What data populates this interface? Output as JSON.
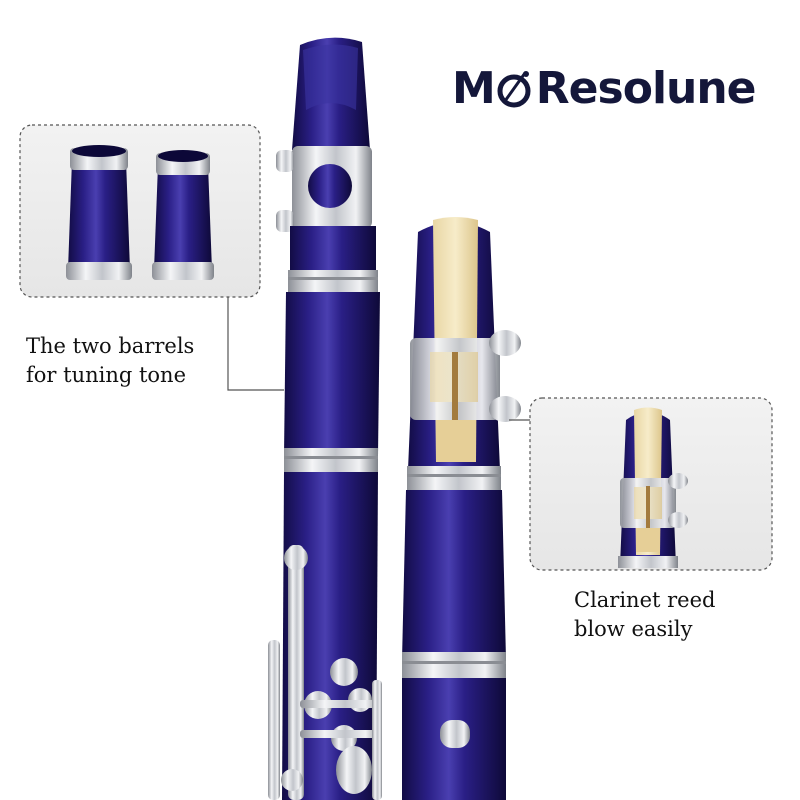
{
  "brand": {
    "prefix": "M",
    "suffix": "Resolune",
    "logo_icon": "clarinet-o-icon",
    "color": "#14173a"
  },
  "captions": {
    "barrels": [
      "The two barrels",
      "for tuning tone"
    ],
    "reed": [
      "Clarinet reed",
      "blow easily"
    ]
  },
  "colors": {
    "clarinet_body": "#23186b",
    "metal": "#d9dce2",
    "reed": "#ecd9a6",
    "callout_border": "#555555"
  }
}
